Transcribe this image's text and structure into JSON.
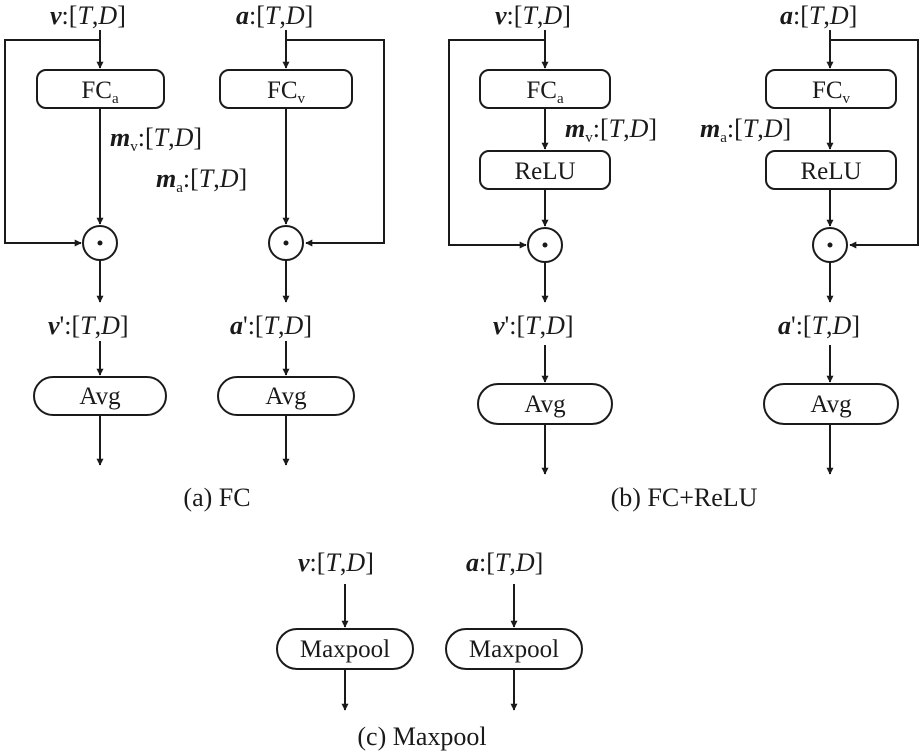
{
  "fc": {
    "v_in": {
      "var": "v",
      "rest": ":[",
      "T": "T",
      "comma": ",",
      "D": "D",
      "close": "]"
    },
    "a_in": {
      "var": "a",
      "rest": ":[",
      "T": "T",
      "comma": ",",
      "D": "D",
      "close": "]"
    },
    "fc_a": {
      "main": "FC",
      "sub": "a"
    },
    "fc_v": {
      "main": "FC",
      "sub": "v"
    },
    "m_v": {
      "var": "m",
      "sub": "v",
      "rest": ":[",
      "T": "T",
      "comma": ",",
      "D": "D",
      "close": "]"
    },
    "m_a": {
      "var": "m",
      "sub": "a",
      "rest": ":[",
      "T": "T",
      "comma": ",",
      "D": "D",
      "close": "]"
    },
    "v_out": {
      "var": "v",
      "prime": "'",
      "rest": ":[",
      "T": "T",
      "comma": ",",
      "D": "D",
      "close": "]"
    },
    "a_out": {
      "var": "a",
      "prime": "'",
      "rest": ":[",
      "T": "T",
      "comma": ",",
      "D": "D",
      "close": "]"
    },
    "avg_left": "Avg",
    "avg_right": "Avg",
    "caption": "(a) FC"
  },
  "fc_relu": {
    "v_in": {
      "var": "v",
      "rest": ":[",
      "T": "T",
      "comma": ",",
      "D": "D",
      "close": "]"
    },
    "a_in": {
      "var": "a",
      "rest": ":[",
      "T": "T",
      "comma": ",",
      "D": "D",
      "close": "]"
    },
    "fc_a": {
      "main": "FC",
      "sub": "a"
    },
    "fc_v": {
      "main": "FC",
      "sub": "v"
    },
    "m_v": {
      "var": "m",
      "sub": "v",
      "rest": ":[",
      "T": "T",
      "comma": ",",
      "D": "D",
      "close": "]"
    },
    "m_a": {
      "var": "m",
      "sub": "a",
      "rest": ":[",
      "T": "T",
      "comma": ",",
      "D": "D",
      "close": "]"
    },
    "relu_left": "ReLU",
    "relu_right": "ReLU",
    "v_out": {
      "var": "v",
      "prime": "'",
      "rest": ":[",
      "T": "T",
      "comma": ",",
      "D": "D",
      "close": "]"
    },
    "a_out": {
      "var": "a",
      "prime": "'",
      "rest": ":[",
      "T": "T",
      "comma": ",",
      "D": "D",
      "close": "]"
    },
    "avg_left": "Avg",
    "avg_right": "Avg",
    "caption": "(b) FC+ReLU"
  },
  "maxpool": {
    "v_in": {
      "var": "v",
      "rest": ":[",
      "T": "T",
      "comma": ",",
      "D": "D",
      "close": "]"
    },
    "a_in": {
      "var": "a",
      "rest": ":[",
      "T": "T",
      "comma": ",",
      "D": "D",
      "close": "]"
    },
    "pool_left": "Maxpool",
    "pool_right": "Maxpool",
    "caption": "(c) Maxpool"
  }
}
